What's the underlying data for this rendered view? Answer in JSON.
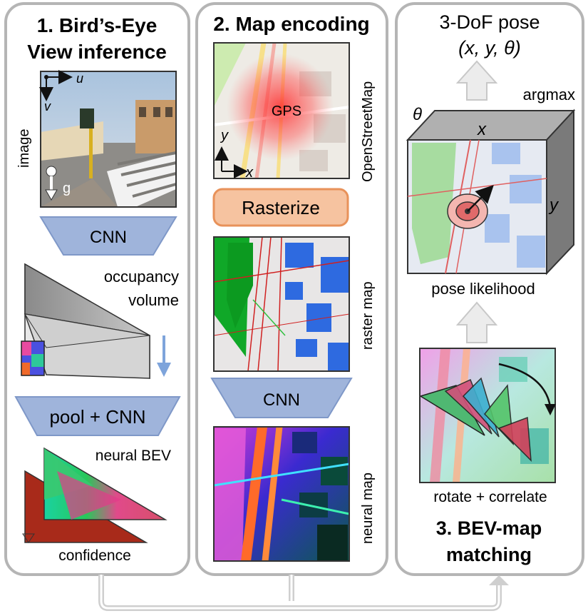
{
  "panels": {
    "p1": {
      "title_line1": "1. Bird’s-Eye",
      "title_line2": "View inference"
    },
    "p2": {
      "title": "2. Map encoding"
    },
    "p3": {
      "title_line1": "3. BEV-map",
      "title_line2": "matching"
    }
  },
  "p1": {
    "image_label": "image",
    "axis_u": "u",
    "axis_v": "v",
    "gravity": "g",
    "cnn": "CNN",
    "occupancy_line1": "occupancy",
    "occupancy_line2": "volume",
    "pool": "pool + CNN",
    "neural_bev": "neural BEV",
    "confidence": "confidence"
  },
  "p2": {
    "osm_label": "OpenStreetMap",
    "gps": "GPS",
    "axis_x": "x",
    "axis_y": "y",
    "rasterize": "Rasterize",
    "raster_label": "raster map",
    "cnn": "CNN",
    "neural_label": "neural map"
  },
  "p3": {
    "pose_title": "3-DoF pose",
    "pose_vars": "(x, y, θ)",
    "argmax": "argmax",
    "theta": "θ",
    "cube_x": "x",
    "cube_y": "y",
    "pose_likelihood": "pose likelihood",
    "rotate": "rotate + correlate"
  },
  "colors": {
    "panel_border": "#b5b5b5",
    "cnn_fill": "#9fb4db",
    "rasterize_fill": "#f6c3a0",
    "rasterize_border": "#e8925a",
    "arrow_gray": "#d6d6d6",
    "blue_arrow": "#7ea4db"
  }
}
